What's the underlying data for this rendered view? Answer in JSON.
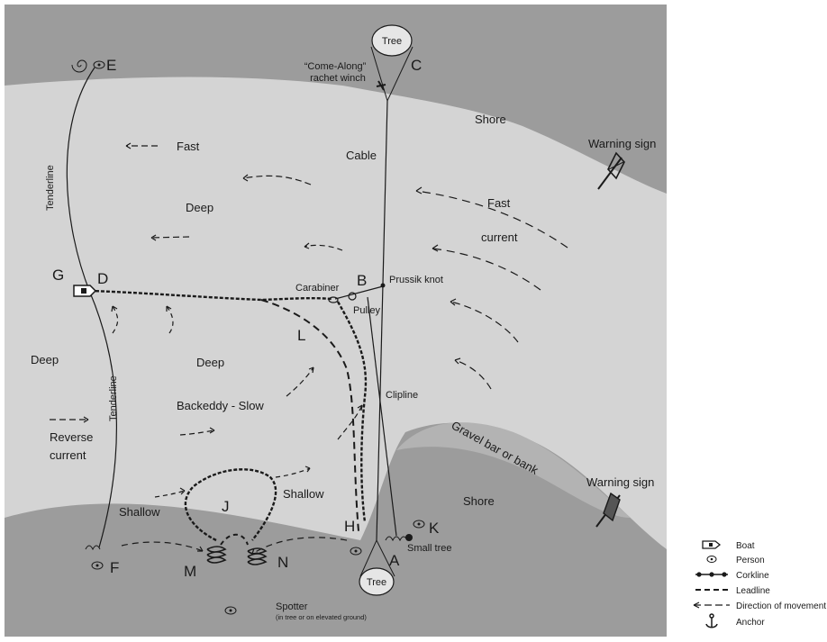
{
  "points": {
    "A": "A",
    "B": "B",
    "C": "C",
    "D": "D",
    "E": "E",
    "F": "F",
    "G": "G",
    "H": "H",
    "J": "J",
    "K": "K",
    "L": "L",
    "M": "M",
    "N": "N"
  },
  "labels": {
    "tree_top": "Tree",
    "tree_bottom": "Tree",
    "come_along_1": "“Come-Along”",
    "come_along_2": "rachet winch",
    "shore_top": "Shore",
    "shore_right": "Shore",
    "warning_top": "Warning sign",
    "warning_bottom": "Warning sign",
    "fast": "Fast",
    "cable": "Cable",
    "deep_upper": "Deep",
    "fast_current_1": "Fast",
    "fast_current_2": "current",
    "tenderline_upper": "Tenderline",
    "tenderline_lower": "Tenderline",
    "carabiner": "Carabiner",
    "prussik": "Prussik knot",
    "pulley": "Pulley",
    "deep_left": "Deep",
    "deep_mid": "Deep",
    "backeddy": "Backeddy - Slow",
    "clipline": "Clipline",
    "reverse_1": "Reverse",
    "reverse_2": "current",
    "gravel": "Gravel bar or bank",
    "shallow_left": "Shallow",
    "shallow_right": "Shallow",
    "small_tree": "Small tree",
    "spotter": "Spotter",
    "spotter_note": "(in tree or on elevated ground)"
  },
  "legend": [
    {
      "icon": "boat-icon",
      "label": "Boat"
    },
    {
      "icon": "person-icon",
      "label": "Person"
    },
    {
      "icon": "corkline-icon",
      "label": "Corkline"
    },
    {
      "icon": "leadline-icon",
      "label": "Leadline"
    },
    {
      "icon": "direction-arrow-icon",
      "label": "Direction of movement"
    },
    {
      "icon": "anchor-icon",
      "label": "Anchor"
    }
  ],
  "colors": {
    "shore": "#9c9c9c",
    "water": "#d4d4d4",
    "gravel_bar": "#b3b3b3",
    "ink": "#1a1a1a",
    "tree_fill": "#e6e6e6"
  }
}
